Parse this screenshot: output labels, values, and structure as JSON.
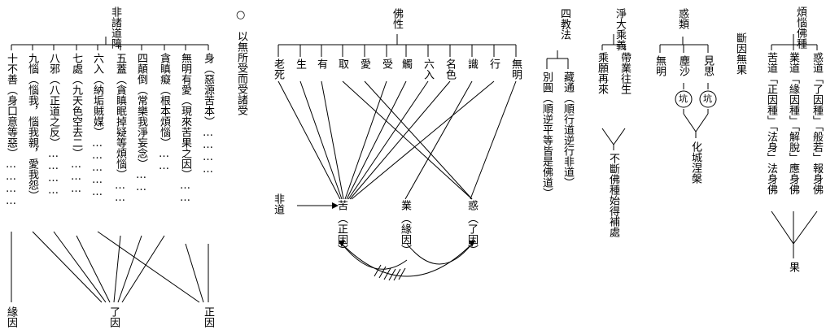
{
  "panel1": {
    "title": "非諸道障",
    "items": [
      "身（惡源苦本）…………",
      "無明有愛（現來苦果之因）……",
      "貪瞋癡（根本煩惱）……",
      "四顛倒（常樂我淨妄念）……",
      "五蓋（貪瞋眠掉疑等煩惱）……",
      "六入（納垢賊媒）……………",
      "七處（九天色空去二）………",
      "八邪（八正道之反）…………",
      "九惱（惱我，惱我親，愛我怨）",
      "十不善（身口意等惡）…………"
    ],
    "labels": {
      "zhengyin": "正因",
      "liaoyin": "了因",
      "yuanyin": "緣因"
    }
  },
  "panel2": {
    "note": "以無所受而受諸受",
    "circle": "○"
  },
  "panel3": {
    "title": "佛性",
    "links": [
      "無明",
      "行",
      "識",
      "名色",
      "六入",
      "觸",
      "受",
      "愛",
      "取",
      "有",
      "生",
      "老死"
    ],
    "fei_dao": "非道",
    "ku": "苦",
    "ku_note": "（正因）",
    "ye": "業",
    "ye_note": "（緣因）",
    "huo": "惑",
    "huo_note": "（了因）"
  },
  "panel4": {
    "title": "四教法",
    "cangtong": "藏通（順行道逆行非道）",
    "bieyuan": "別圓（順逆平等皆是佛道）"
  },
  "panel5": {
    "title": "淨大乘義",
    "daiye": "帶業往生",
    "chengyuan": "乘願再來",
    "result": "不斷佛種始得補處"
  },
  "panel6": {
    "title": "惑類",
    "jiansi": "見思",
    "chensha": "塵沙",
    "wuming": "無明",
    "keng1": "坑",
    "keng2": "坑",
    "result": "化城涅槃",
    "duan": "斷因無果"
  },
  "panel7": {
    "title": "煩惱佛種",
    "huodao": "惑道「了因種」「般若」報身佛",
    "yedao": "業道「緣因種」「解脫」應身佛",
    "kudao": "苦道「正因種」「法身」法身佛",
    "guo": "果"
  }
}
